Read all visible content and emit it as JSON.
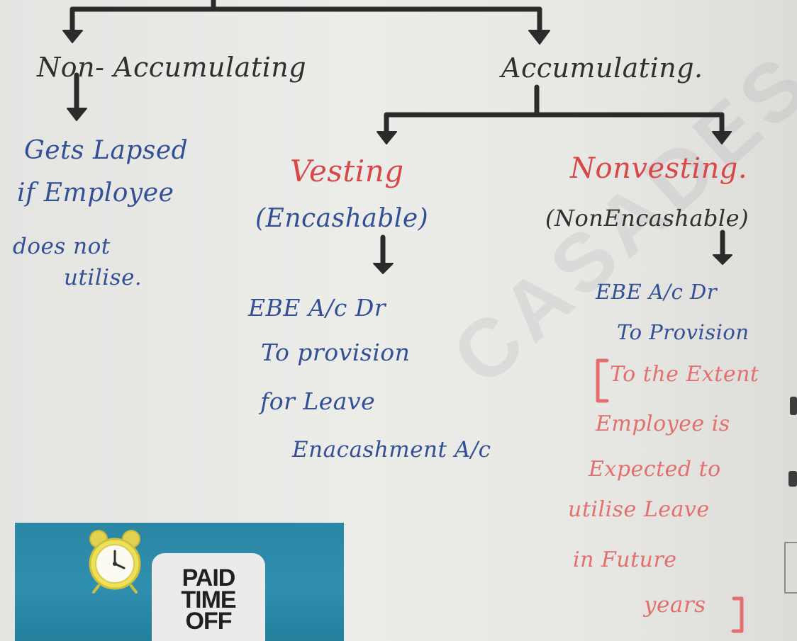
{
  "chart_title": "",
  "branches": {
    "non_accumulating": {
      "title": "Non- Accumulating",
      "description": [
        "Gets Lapsed",
        "if Employee",
        "does not",
        "utilise."
      ]
    },
    "accumulating": {
      "title": "Accumulating.",
      "vesting": {
        "title": "Vesting",
        "subtitle": "(Encashable)",
        "entry": [
          "EBE A/c Dr",
          "To provision",
          "for Leave",
          "Enacashment A/c"
        ]
      },
      "nonvesting": {
        "title": "Nonvesting.",
        "subtitle": "(NonEncashable)",
        "entry": [
          "EBE A/c Dr",
          "To Provision"
        ],
        "note": [
          "To the Extent",
          "Employee is",
          "Expected to",
          "utilise Leave",
          "in Future",
          "years"
        ]
      }
    }
  },
  "watermark": "CASADES",
  "badge": {
    "lines": [
      "PAID",
      "TIME",
      "OFF"
    ],
    "icon": "alarm-clock-icon"
  },
  "colors": {
    "ink_black": "#303030",
    "ink_blue": "#334f96",
    "ink_red": "#d84848",
    "badge_bg": "#2f8fae"
  }
}
